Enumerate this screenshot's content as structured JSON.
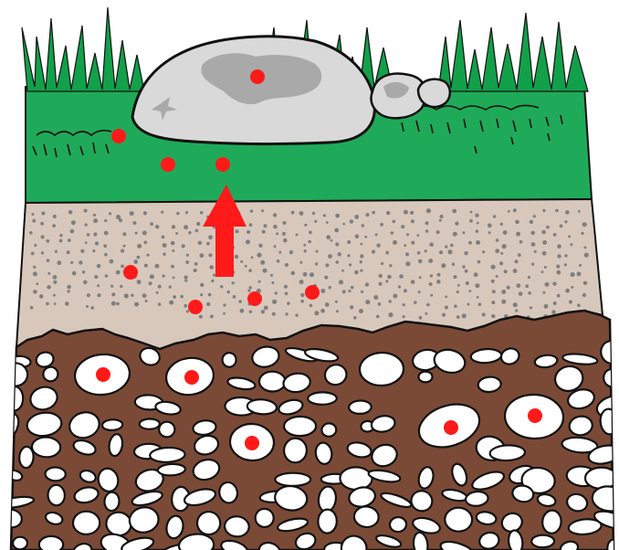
{
  "diagram": {
    "layers": [
      {
        "name": "grass-topsoil",
        "color": "#0f9d58"
      },
      {
        "name": "sandy-layer",
        "color": "#d8c8bc"
      },
      {
        "name": "rocky-subsoil",
        "color": "#7a4a36"
      }
    ],
    "colors": {
      "grass": "#1faa59",
      "grass_dark": "#12803f",
      "sand": "#d8c8bc",
      "sand_dots": "#7f7f7f",
      "soil": "#7a4a36",
      "rock_light": "#d9d9d9",
      "rock_dark": "#a9a9a9",
      "dot": "#ff1a1a",
      "arrow": "#ff1a1a",
      "outline": "#111111",
      "stone": "#ffffff"
    },
    "arrow_direction": "up",
    "labels": []
  }
}
